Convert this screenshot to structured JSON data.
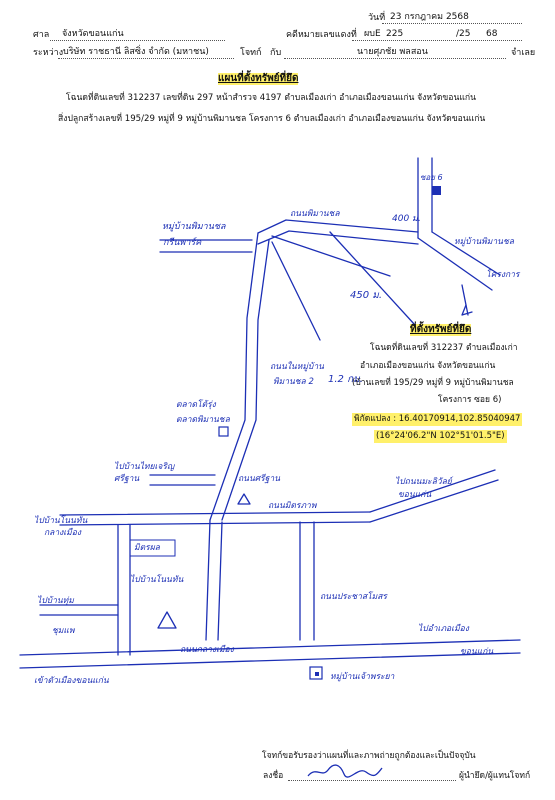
{
  "header": {
    "date_label": "วันที่",
    "date_value": "23 กรกฎาคม 2568",
    "court_label": "ศาล",
    "court_value": "จังหวัดขอนแก่น",
    "case_label": "คดีหมายเลขแดงที่",
    "case_prefix": "ผบE",
    "case_number": "225",
    "case_year_sep": "/25",
    "case_year": "68",
    "between_label": "ระหว่าง",
    "plaintiff": "บริษัท ราชธานี ลิสซิ่ง จำกัด (มหาชน)",
    "plaintiff_label": "โจทก์",
    "with_label": "กับ",
    "defendant": "นายศุภชัย พลสอน",
    "defendant_label": "จำเลย"
  },
  "title": "แผนที่ตั้งทรัพย์ที่ยึด",
  "description": {
    "line1": "โฉนดที่ดินเลขที่ 312237 เลขที่ดิน 297 หน้าสำรวจ 4197 ตำบลเมืองเก่า อำเภอเมืองขอนแก่น จังหวัดขอนแก่น",
    "line2": "สิ่งปลูกสร้างเลขที่ 195/29 หมู่ที่ 9 หมู่บ้านพิมานชล โครงการ 6 ตำบลเมืองเก่า อำเภอเมืองขอนแก่น จังหวัดขอนแก่น"
  },
  "property_box": {
    "title": "ที่ตั้งทรัพย์ที่ยึด",
    "line1": "โฉนดที่ดินเลขที่ 312237 ตำบลเมืองเก่า",
    "line2": "อำเภอเมืองขอนแก่น จังหวัดขอนแก่น",
    "line3": "(บ้านเลขที่ 195/29 หมู่ที่ 9 หมู่บ้านพิมานชล",
    "line4": "โครงการ ซอย 6)",
    "coords": "พิกัดแปลง : 16.40170914,102.85040947",
    "dms": "(16°24'06.2\"N 102°51'01.5\"E)"
  },
  "map_labels": {
    "moo_ban_phiman_chon": "หมู่บ้านพิมานชล",
    "kham_tan": "กรีนพาร์ค",
    "road_phiman": "ถนนพิมานชล",
    "dist_1": "400 ม.",
    "house_label": "ซอย 6",
    "moo_ban_top_right": "หมู่บ้านพิมานชล",
    "khongkan": "โครงการ",
    "dist_2": "450 ม.",
    "phiman_rd": "ถนนในหมู่บ้าน",
    "phiman_chon_2": "พิมานชล 2",
    "dist_3": "1.2 กม.",
    "market": "ตลาดโต้รุ่ง",
    "market_2": "ตลาดพิมานชล",
    "go_roi_et": "ไปบ้านไทยเจริญ",
    "sri_than": "ศรีฐาน",
    "go_phon": "ไปบ้านโนนทัน",
    "tha_phra": "ถนนศรีฐาน",
    "laem_kham": "ไปถนนมะลิวัลย์",
    "khon_kaen": "ขอนแก่น",
    "mit_phon": "มิตรผล",
    "don_bok": "ไปบ้านโนนทัน",
    "klang_mueang": "กลางเมือง",
    "thanon_mittraphap": "ถนนมิตรภาพ",
    "go_ban_thum": "ไปบ้านทุ่ม",
    "chum_muang": "ชุมแพ",
    "thanon_prachasamosorn": "ถนนประชาสโมสร",
    "go_somsak": "ไปอำเภอเมือง",
    "khon_kaen_2": "ขอนแก่น",
    "klang_mueang_rd": "ถนนกลางเมือง",
    "to_city": "เข้าตัวเมืองขอนแก่น",
    "moo_ban_legend": "หมู่บ้านเจ้าพระยา"
  },
  "footer": {
    "certify": "โจทก์ขอรับรองว่าแผนที่และภาพถ่ายถูกต้องและเป็นปัจจุบัน",
    "sign_label": "ลงชื่อ",
    "signer_role": "ผู้นำยึด/ผู้แทนโจทก์"
  }
}
